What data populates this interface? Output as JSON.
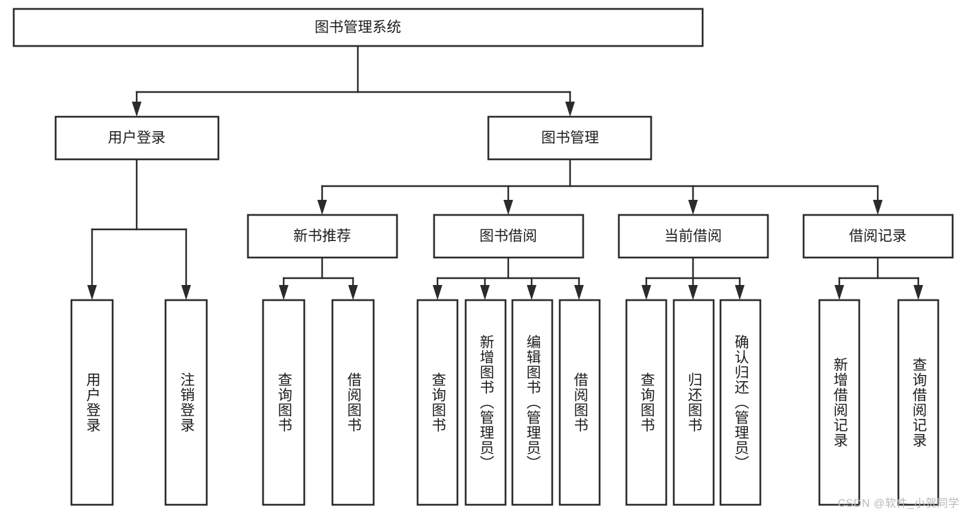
{
  "diagram": {
    "title": "图书管理系统",
    "type": "hierarchy-tree",
    "root": {
      "label": "图书管理系统"
    },
    "level2": [
      {
        "label": "用户登录"
      },
      {
        "label": "图书管理"
      }
    ],
    "level3": [
      {
        "label": "新书推荐"
      },
      {
        "label": "图书借阅"
      },
      {
        "label": "当前借阅"
      },
      {
        "label": "借阅记录"
      }
    ],
    "leaves": {
      "user_login": [
        {
          "label": "用户登录"
        },
        {
          "label": "注销登录"
        }
      ],
      "new_book_recommend": [
        {
          "label": "查询图书"
        },
        {
          "label": "借阅图书"
        }
      ],
      "book_borrow": [
        {
          "label": "查询图书"
        },
        {
          "label": "新增图书（管理员）"
        },
        {
          "label": "编辑图书（管理员）"
        },
        {
          "label": "借阅图书"
        }
      ],
      "current_borrow": [
        {
          "label": "查询图书"
        },
        {
          "label": "归还图书"
        },
        {
          "label": "确认归还（管理员）"
        }
      ],
      "borrow_record": [
        {
          "label": "新增借阅记录"
        },
        {
          "label": "查询借阅记录"
        }
      ]
    }
  },
  "watermark": {
    "text": "CSDN @软件_小贺同学"
  },
  "colors": {
    "stroke": "#2b2b2b",
    "fill": "#ffffff",
    "text": "#1d1d1d",
    "watermark": "#b9b9b9"
  }
}
